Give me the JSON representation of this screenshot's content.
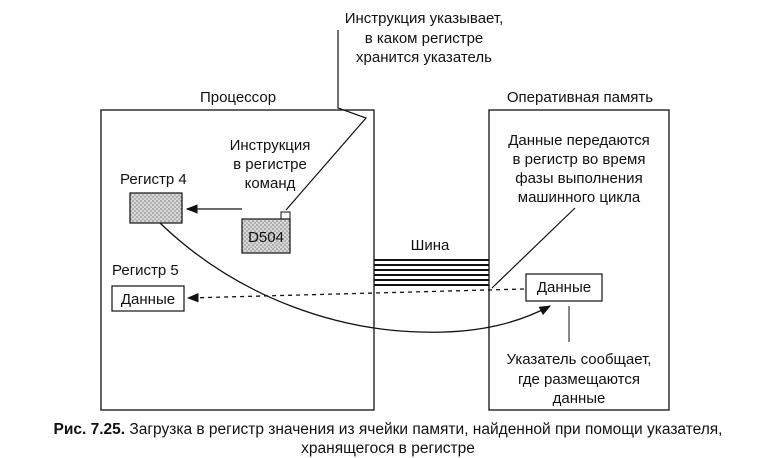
{
  "figure": {
    "top_note": [
      "Инструкция указывает,",
      "в каком регистре",
      "хранится указатель"
    ],
    "processor_title": "Процессор",
    "memory_title": "Оперативная память",
    "instruction_label": [
      "Инструкция",
      "в регистре",
      "команд"
    ],
    "register4_label": "Регистр 4",
    "instruction_code": "D504",
    "register5_label": "Регистр 5",
    "register5_value": "Данные",
    "bus_label": "Шина",
    "memory_note": [
      "Данные передаются",
      "в регистр во время",
      "фазы выполнения",
      "машинного цикла"
    ],
    "memory_cell_value": "Данные",
    "pointer_note": [
      "Указатель сообщает,",
      "где размещаются",
      "данные"
    ]
  },
  "caption": {
    "number": "Рис. 7.25.",
    "line1": "Загрузка в регистр значения из ячейки памяти, найденной при помощи указателя,",
    "line2": "хранящегося в регистре"
  }
}
